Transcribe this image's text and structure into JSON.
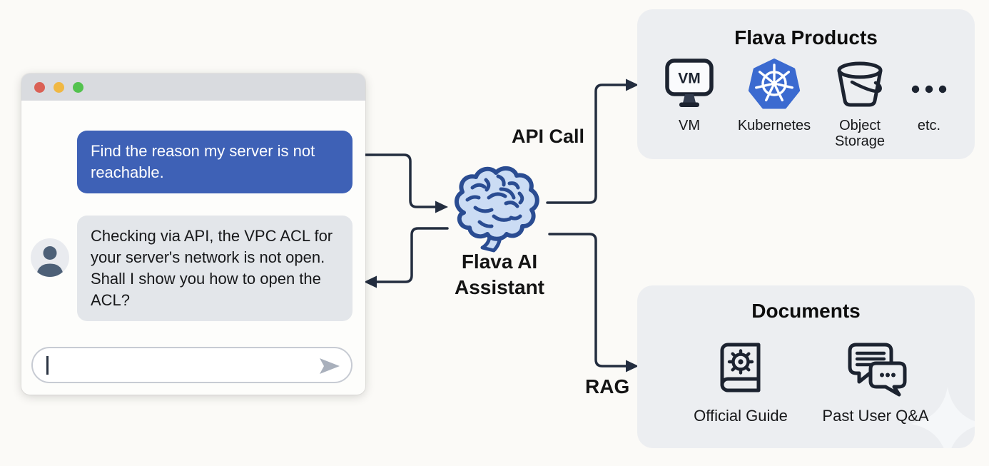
{
  "chat_window": {
    "messages": {
      "user": "Find the reason my server is not reachable.",
      "assistant": "Checking via API, the VPC ACL for your server's network is not open. Shall I show you how to open the ACL?"
    },
    "input": {
      "value": "",
      "placeholder": ""
    },
    "send_icon": "paper-plane-icon",
    "avatar_icon": "person-icon",
    "traffic_lights": [
      "close",
      "minimize",
      "zoom"
    ]
  },
  "assistant_node": {
    "icon": "brain-icon",
    "line1": "Flava AI",
    "line2": "Assistant"
  },
  "edges": {
    "api_call": "API Call",
    "rag": "RAG"
  },
  "products_box": {
    "title": "Flava Products",
    "items": [
      {
        "icon": "vm-monitor-icon",
        "label": "VM"
      },
      {
        "icon": "kubernetes-icon",
        "label": "Kubernetes"
      },
      {
        "icon": "object-storage-bucket-icon",
        "label": "Object Storage"
      },
      {
        "icon": "ellipsis-icon",
        "label": "etc."
      }
    ]
  },
  "documents_box": {
    "title": "Documents",
    "items": [
      {
        "icon": "official-guide-book-icon",
        "label": "Official Guide"
      },
      {
        "icon": "past-user-qa-chat-icon",
        "label": "Past User Q&A"
      }
    ]
  },
  "colors": {
    "background": "#fbfaf7",
    "user_bubble": "#3e61b6",
    "assistant_bubble": "#e3e6ea",
    "arrow": "#232d3f",
    "panel_bg": "#eceef1",
    "titlebar": "#d9dbdf",
    "traffic_red": "#da6156",
    "traffic_yellow": "#f0b843",
    "traffic_green": "#53c24e",
    "kubernetes_blue": "#3b6ad0",
    "brain_fill": "#cbdcf4",
    "brain_stroke": "#2a4c92",
    "icon_dark": "#1c2330"
  }
}
